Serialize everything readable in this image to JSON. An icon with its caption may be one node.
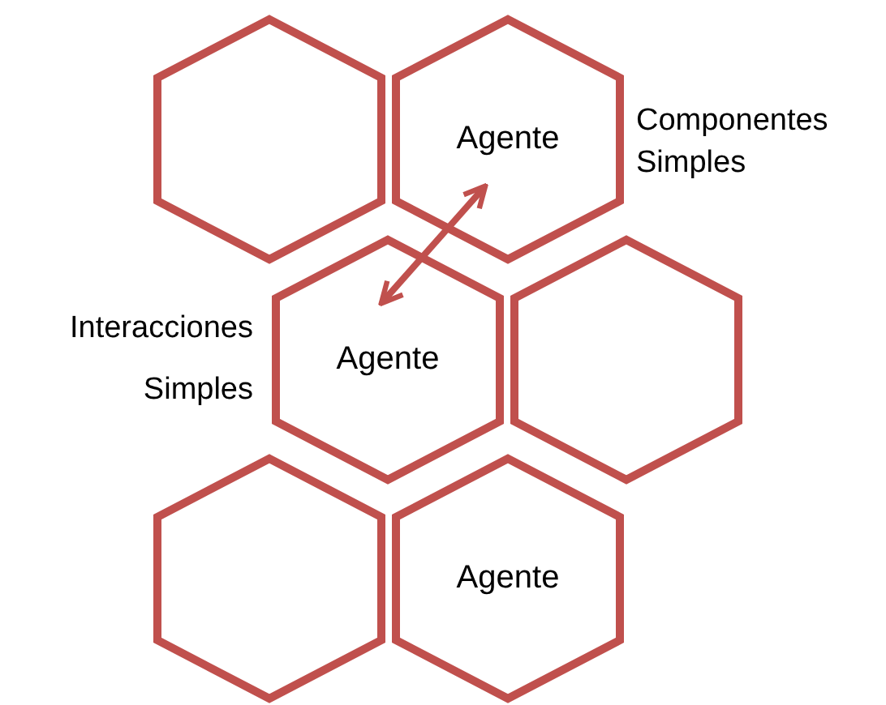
{
  "diagram": {
    "nodes": [
      {
        "text": [],
        "shape": "hexagon"
      },
      {
        "text": [
          "Agente"
        ]
      },
      {
        "text": [
          "Agente"
        ]
      },
      {
        "text": [],
        "shape": "hexagon"
      },
      {
        "text": [],
        "shape": "hexagon"
      },
      {
        "text": [
          "Agente"
        ]
      }
    ],
    "edges": [
      {
        "from": 2,
        "to": 1,
        "arrow": "both"
      }
    ],
    "labels": [
      "Componentes Simples",
      "Interacciones Simples"
    ]
  }
}
